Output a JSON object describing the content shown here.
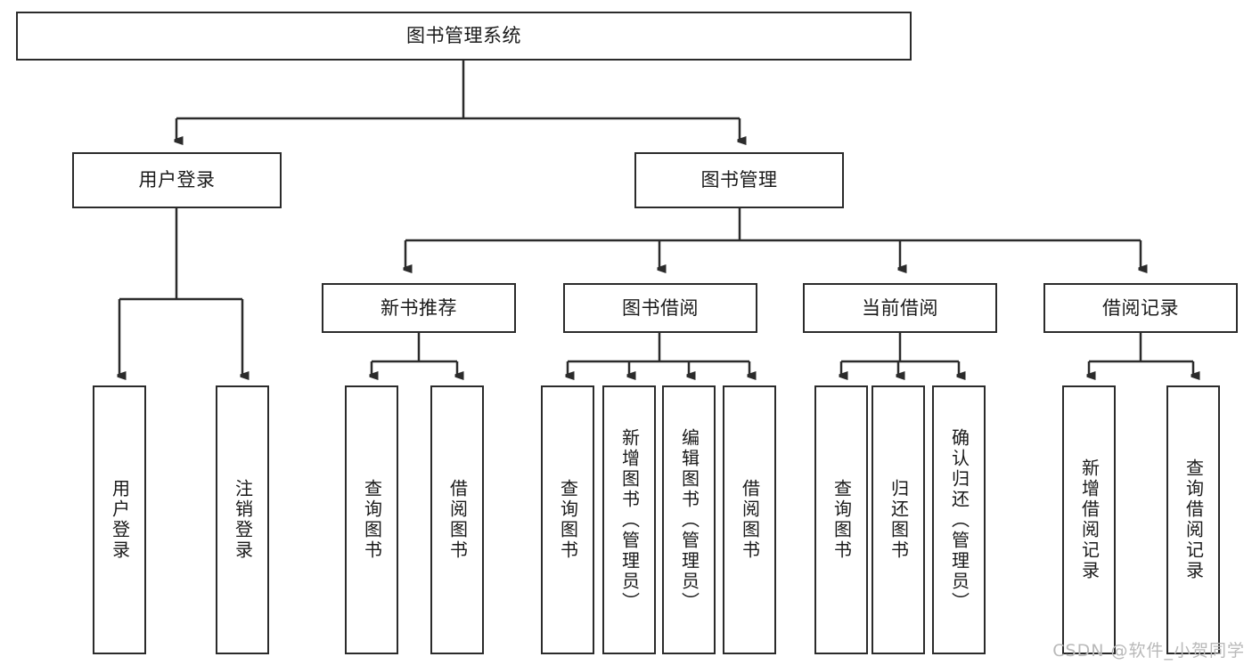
{
  "diagram": {
    "title": "图书管理系统",
    "type": "hierarchy-tree",
    "watermark": "CSDN @软件_小贺同学",
    "colors": {
      "box_border": "#2b2b2b",
      "box_fill": "#ffffff",
      "edge": "#2b2b2b",
      "text": "#1a1a1a",
      "watermark": "#b9b9b9"
    },
    "nodes": {
      "root": {
        "label": "图书管理系统"
      },
      "level2": [
        {
          "label": "用户登录"
        },
        {
          "label": "图书管理"
        }
      ],
      "level3": [
        {
          "label": "新书推荐"
        },
        {
          "label": "图书借阅"
        },
        {
          "label": "当前借阅"
        },
        {
          "label": "借阅记录"
        }
      ],
      "leaves": {
        "user_login": [
          {
            "label": "用户登录"
          },
          {
            "label": "注销登录"
          }
        ],
        "new_book_recommend": [
          {
            "label": "查询图书"
          },
          {
            "label": "借阅图书"
          }
        ],
        "book_borrow": [
          {
            "label": "查询图书"
          },
          {
            "label": "新增图书（管理员）"
          },
          {
            "label": "编辑图书（管理员）"
          },
          {
            "label": "借阅图书"
          }
        ],
        "current_borrow": [
          {
            "label": "查询图书"
          },
          {
            "label": "归还图书"
          },
          {
            "label": "确认归还（管理员）"
          }
        ],
        "borrow_record": [
          {
            "label": "新增借阅记录"
          },
          {
            "label": "查询借阅记录"
          }
        ]
      }
    }
  }
}
